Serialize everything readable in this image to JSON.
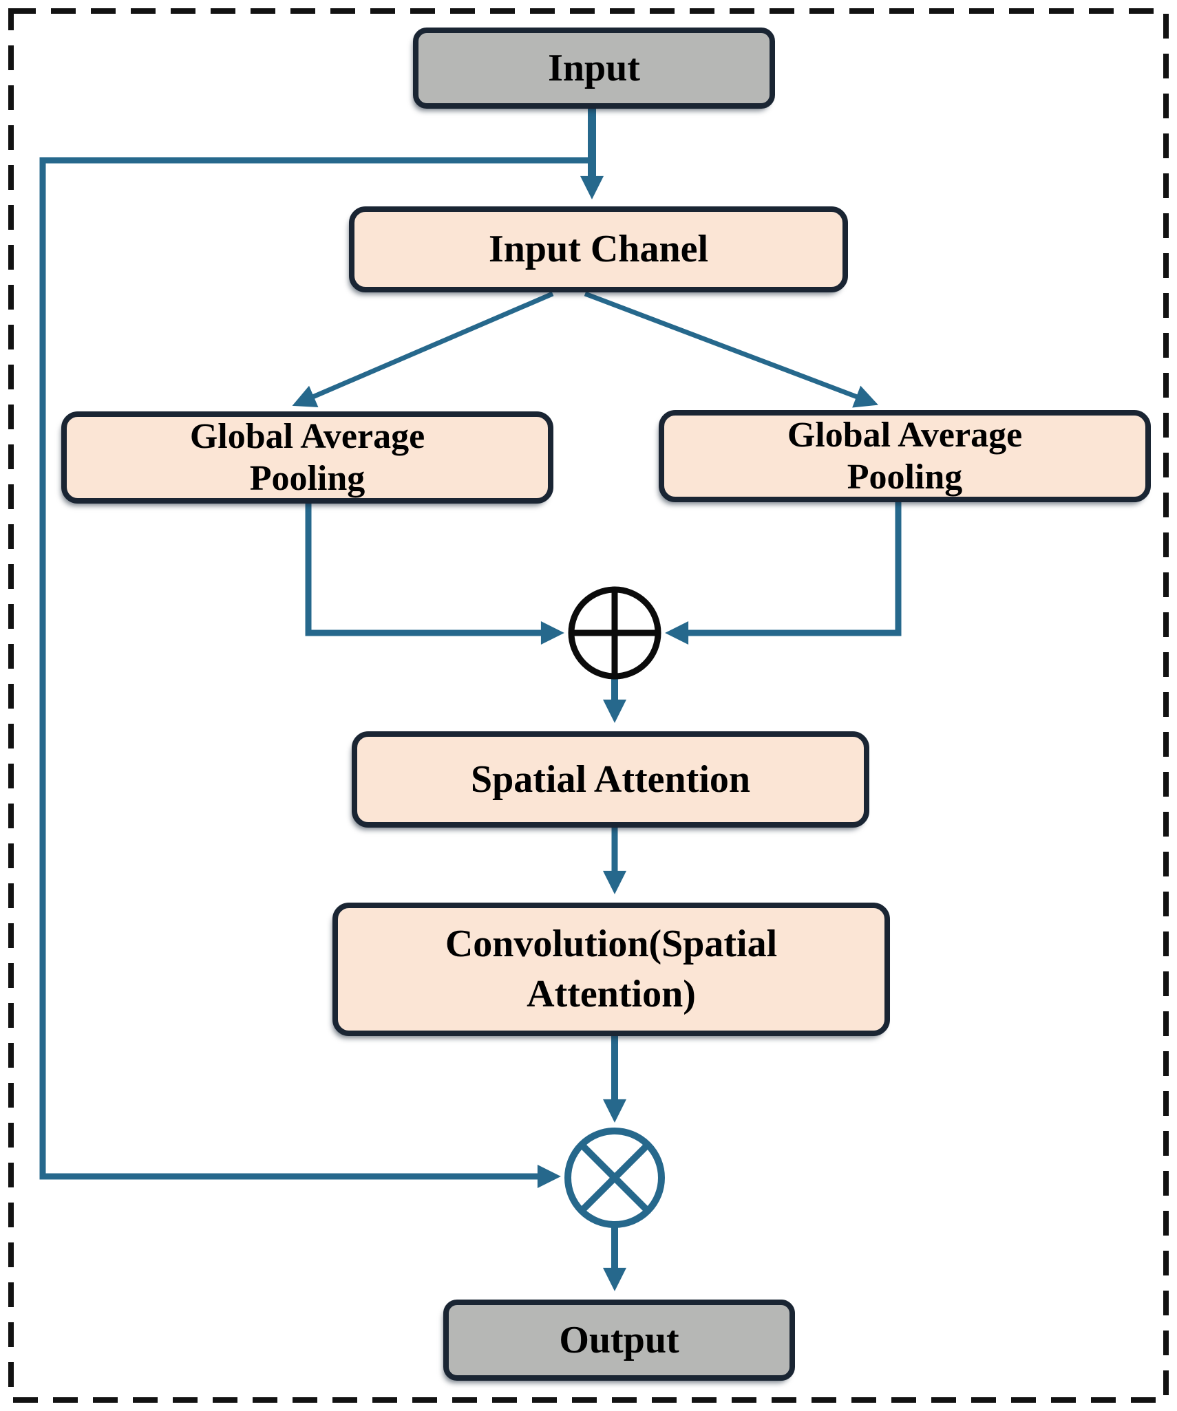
{
  "diagram": {
    "nodes": {
      "input": {
        "lines": [
          "Input"
        ]
      },
      "input_chanel": {
        "lines": [
          "Input Chanel"
        ]
      },
      "gap_left": {
        "lines": [
          "Global Average",
          "Pooling"
        ]
      },
      "gap_right": {
        "lines": [
          "Global Average",
          "Pooling"
        ]
      },
      "spatial_attention": {
        "lines": [
          "Spatial Attention"
        ]
      },
      "convolution": {
        "lines": [
          "Convolution(Spatial",
          "Attention)"
        ]
      },
      "output": {
        "lines": [
          "Output"
        ]
      }
    },
    "operators": {
      "add": {
        "symbol": "⊕"
      },
      "multiply": {
        "symbol": "⊗"
      }
    },
    "colors": {
      "connector": "#26688C",
      "node_border": "#1A2533",
      "process_fill": "#FBE5D5",
      "io_fill": "#B6B7B5",
      "add_symbol": "#0B0B0B",
      "multiply_symbol": "#26688C",
      "frame": "#121212",
      "background": "#FFFFFF"
    }
  }
}
